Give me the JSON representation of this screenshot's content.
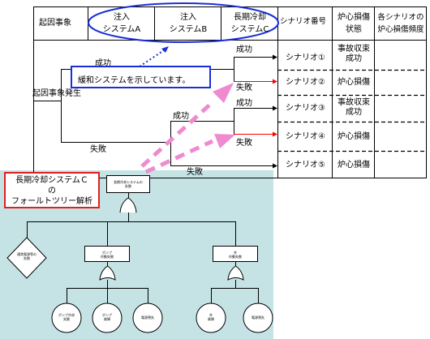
{
  "header": {
    "initiating_event": "起因事象",
    "sys_a": [
      "注入",
      "システムA"
    ],
    "sys_b": [
      "注入",
      "システムB"
    ],
    "sys_c": [
      "長期冷却",
      "システムC"
    ],
    "scenario_no": "シナリオ番号",
    "core_state": [
      "炉心損傷",
      "状態"
    ],
    "frequency": [
      "各シナリオの",
      "炉心損傷頻度"
    ]
  },
  "tree": {
    "occurrence": "起因事象発生",
    "success": "成功",
    "failure": "失敗"
  },
  "scenarios": [
    {
      "id": "シナリオ①",
      "state": [
        "事故収束",
        "成功"
      ]
    },
    {
      "id": "シナリオ②",
      "state": [
        "炉心損傷"
      ]
    },
    {
      "id": "シナリオ③",
      "state": [
        "事故収束",
        "成功"
      ]
    },
    {
      "id": "シナリオ④",
      "state": [
        "炉心損傷"
      ]
    },
    {
      "id": "シナリオ⑤",
      "state": [
        "炉心損傷"
      ]
    }
  ],
  "callouts": {
    "mitigation": "緩和システムを示しています。",
    "fault_tree": [
      "長期冷却システムＣ",
      "の",
      "フォールトツリー解析"
    ]
  },
  "fault_tree": {
    "top": [
      "長期冷却システムの",
      "失敗"
    ],
    "left": [
      "通常電源等の",
      "失敗"
    ],
    "pump": [
      "ポンプ",
      "作動失敗"
    ],
    "valve": [
      "弁",
      "作動失敗"
    ],
    "pump_leaves": [
      [
        "ポンプ冷却",
        "失敗"
      ],
      [
        "ポンプ",
        "故障"
      ],
      [
        "電源喪失"
      ]
    ],
    "valve_leaves": [
      [
        "弁",
        "故障"
      ],
      [
        "電源喪失"
      ]
    ]
  },
  "colors": {
    "panel": "#c5e3e5",
    "callout_border": "#1a2fd6",
    "fault_border": "#e02020",
    "arrow_pink": "#f08ad0",
    "red_line": "#ff0000"
  }
}
